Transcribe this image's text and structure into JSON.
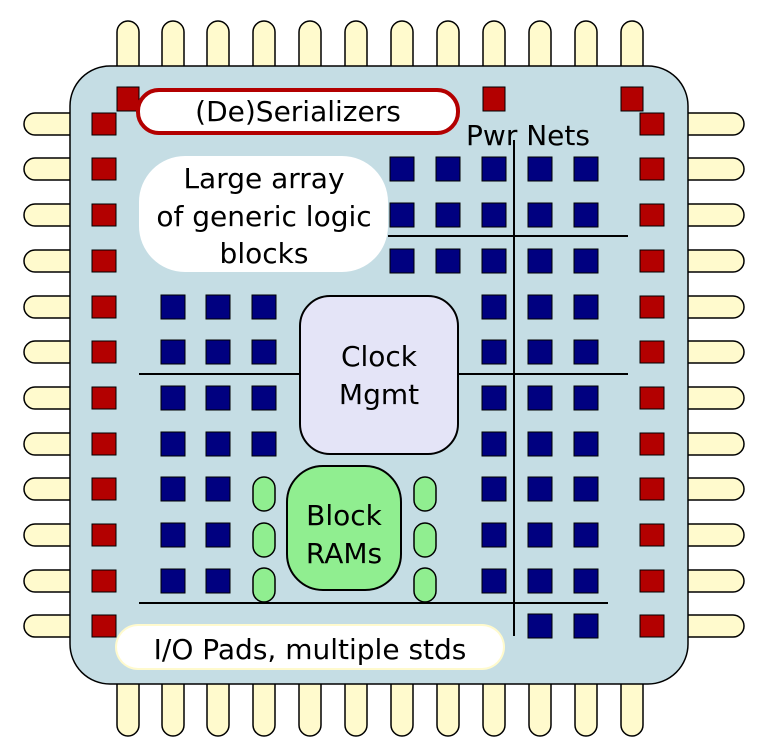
{
  "labels": {
    "serializers": "(De)Serializers",
    "pwr_nets": "Pwr Nets",
    "logic_line1": "Large array",
    "logic_line2": "of generic logic",
    "logic_line3": "blocks",
    "clock_line1": "Clock",
    "clock_line2": "Mgmt",
    "ram_line1": "Block",
    "ram_line2": "RAMs",
    "io_pads": "I/O Pads, multiple stds"
  },
  "colors": {
    "die": "#c5dde4",
    "pin": "#fffacd",
    "pad": "#b30000",
    "logic_block": "#000080",
    "clock_box": "#e4e4f7",
    "ram": "#90ee90",
    "net_line": "#000000",
    "label_bg": "#ffffff"
  }
}
